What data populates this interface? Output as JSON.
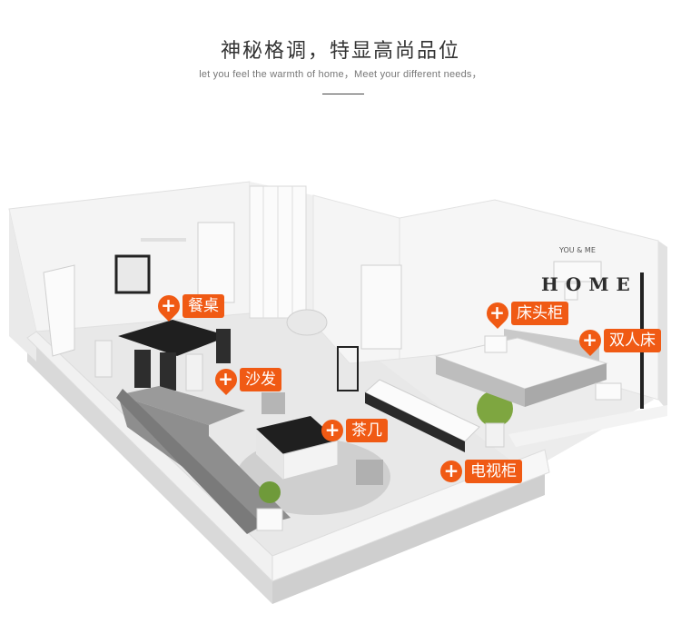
{
  "header": {
    "title": "神秘格调，特显高尚品位",
    "subtitle": "let you feel the warmth of home，Meet your different needs，"
  },
  "wall_art": {
    "text": "HOME",
    "small_text": "YOU & ME"
  },
  "hotspots": [
    {
      "id": "dining",
      "label": "餐桌"
    },
    {
      "id": "sofa",
      "label": "沙发"
    },
    {
      "id": "coffee",
      "label": "茶几"
    },
    {
      "id": "tv",
      "label": "电视柜"
    },
    {
      "id": "nightstand",
      "label": "床头柜"
    },
    {
      "id": "bed",
      "label": "双人床"
    }
  ],
  "colors": {
    "accent": "#f05a14",
    "wall": "#f2f2f2",
    "floor": "#e6e6e6",
    "sofa": "#8f8f8f",
    "dark": "#2b2b2b"
  },
  "icons": {
    "pin": "plus-circle-icon"
  }
}
